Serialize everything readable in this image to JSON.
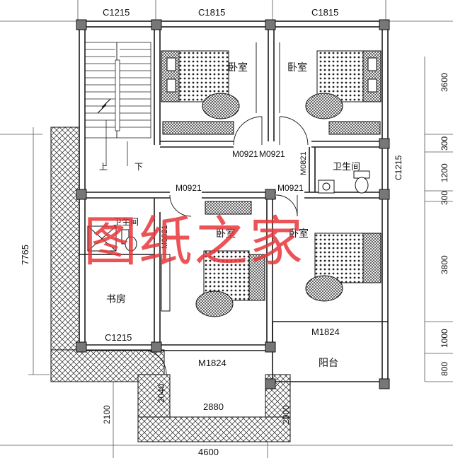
{
  "window_labels": {
    "top_left": "C1215",
    "top_mid": "C1815",
    "top_right": "C1815",
    "right_side": "C1215",
    "study": "C1215"
  },
  "door_labels": {
    "bed_left": "M0921",
    "bed_right": "M0921",
    "bath_top": "M0821",
    "hall_left": "M0921",
    "hall_right": "M0921",
    "bath_left": "M0821",
    "south_center": "M1824",
    "balcony": "M1824"
  },
  "room_labels": {
    "bedroom_nw": "卧室",
    "bedroom_ne": "卧室",
    "bedroom_sw": "卧室",
    "bedroom_se": "卧室",
    "bathroom_east": "卫生间",
    "bathroom_west": "卫生间",
    "study": "书房",
    "balcony": "阳台"
  },
  "stair_labels": {
    "up": "上",
    "down": "下"
  },
  "dimensions": {
    "left_total": "7765",
    "right_1": "3600",
    "right_2": "300",
    "right_3": "1200",
    "right_4": "300",
    "right_5": "3800",
    "right_6": "1000",
    "right_7": "800",
    "bottom_left": "2100",
    "bottom_mid": "2040",
    "bottom_width": "2880",
    "bottom_right": "2000",
    "bottom_total": "4600"
  },
  "watermark": "图纸之家",
  "colors": {
    "wall": "#1a1a1a",
    "watermark": "#e8353a",
    "hatch": "#333333"
  }
}
